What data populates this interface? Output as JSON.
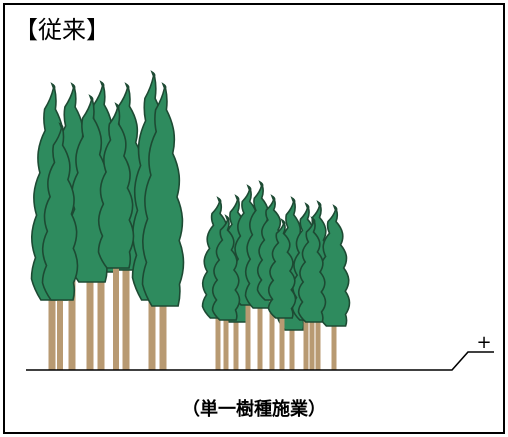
{
  "heading": "【従来】",
  "caption": "（単一樹種施業）",
  "colors": {
    "foliage": "#2e8b5e",
    "foliage_outline": "#1d4a33",
    "trunk": "#b89a72",
    "line": "#000000"
  },
  "tall_tree_count": 9,
  "short_tree_count": 12
}
